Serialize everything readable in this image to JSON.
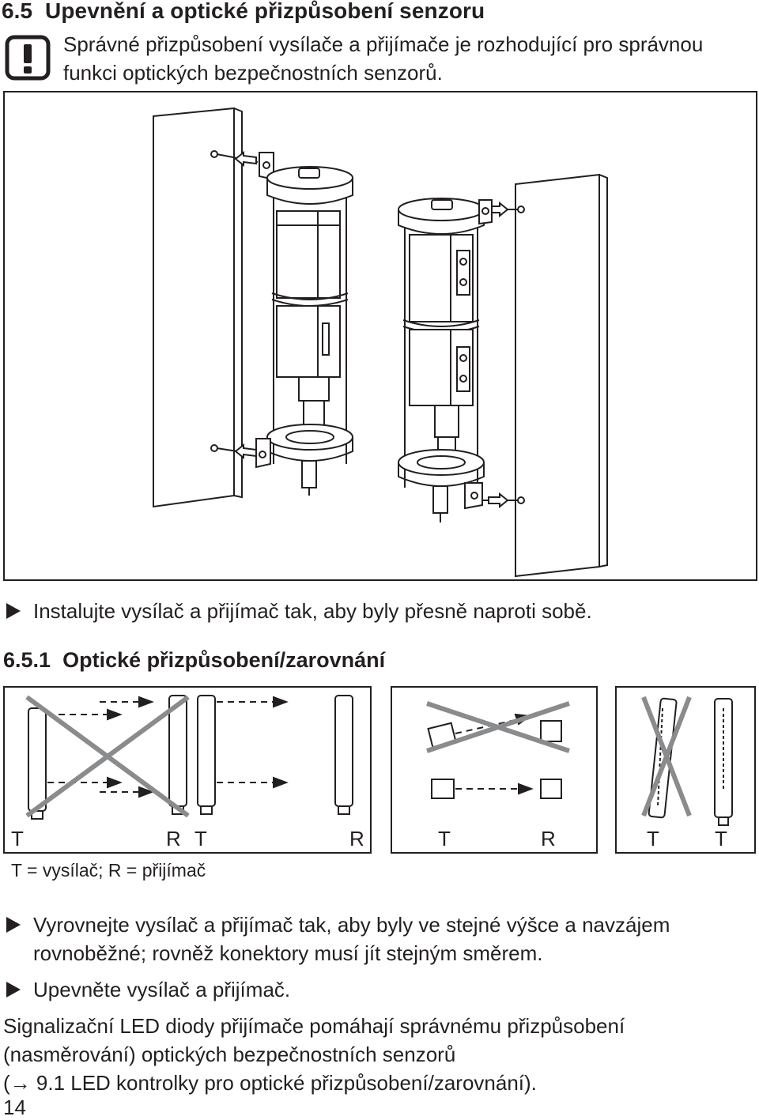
{
  "section": {
    "number": "6.5",
    "title": "Upevnění a optické přizpůsobení senzoru"
  },
  "intro_text": "Správné přizpůsobení vysílače a přijímače je rozhodující pro správnou funkci optických bezpečnostních senzorů.",
  "steps": [
    "Instalujte vysílač a přijímač tak, aby byly přesně naproti sobě."
  ],
  "subsection": {
    "number": "6.5.1",
    "title": "Optické přizpůsobení/zarovnání"
  },
  "figure_labels": {
    "panel1": [
      "T",
      "R",
      "T",
      "R"
    ],
    "panel2": [
      "T",
      "R"
    ],
    "panel3": [
      "T",
      "T"
    ]
  },
  "legend": "T = vysílač; R = přijímač",
  "steps2": [
    "Vyrovnejte vysílač a přijímač tak, aby byly ve stejné výšce a navzájem rovnoběžné; rovněž konektory musí jít stejným směrem.",
    "Upevněte vysílač a přijímač."
  ],
  "closing_text": "Signalizační LED diody přijímače pomáhají správnému přizpůsobení (nasměrování) optických bezpečnostních senzorů",
  "closing_ref": "(→ 9.1 LED kontrolky pro optické přizpůsobení/zarovnání).",
  "page_number": "14",
  "icons": {
    "warning": "exclamation-box-icon",
    "bullet": "triangle-right-icon"
  },
  "colors": {
    "text": "#231f20",
    "cross": "#8a8b8d"
  }
}
